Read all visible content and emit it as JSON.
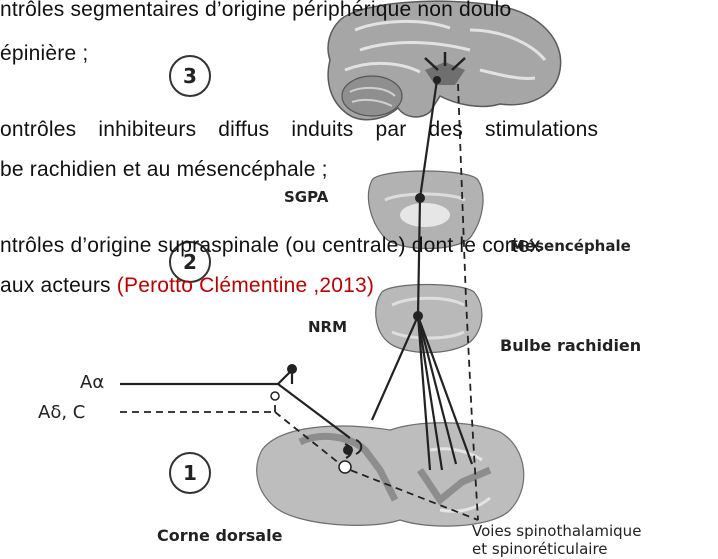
{
  "text": {
    "line1": "ntrôles segmentaires d’origine périphérique non doulo",
    "line2": "épinière ;",
    "line3": "ontrôles inhibiteurs diffus induits par des stimulations",
    "line4": "be rachidien et au mésencéphale ;",
    "line5": "ntrôles d’origine supraspinale (ou centrale) dont le cortex",
    "line6a": "aux acteurs ",
    "line6b": "(Perotto Clémentine ,2013)"
  },
  "labels": {
    "sgpa": "SGPA",
    "mesencephale": "Mésencéphale",
    "nrm": "NRM",
    "bulbe": "Bulbe rachidien",
    "a_alpha": "Aα",
    "a_delta_c": "Aδ, C",
    "corne": "Corne dorsale",
    "voies1": "Voies spinothalamique",
    "voies2": "et spinoréticulaire",
    "n1": "1",
    "n2": "2",
    "n3": "3"
  },
  "colors": {
    "citation": "#c00000",
    "ink": "#222222",
    "tissue": "#9a9a9a"
  }
}
